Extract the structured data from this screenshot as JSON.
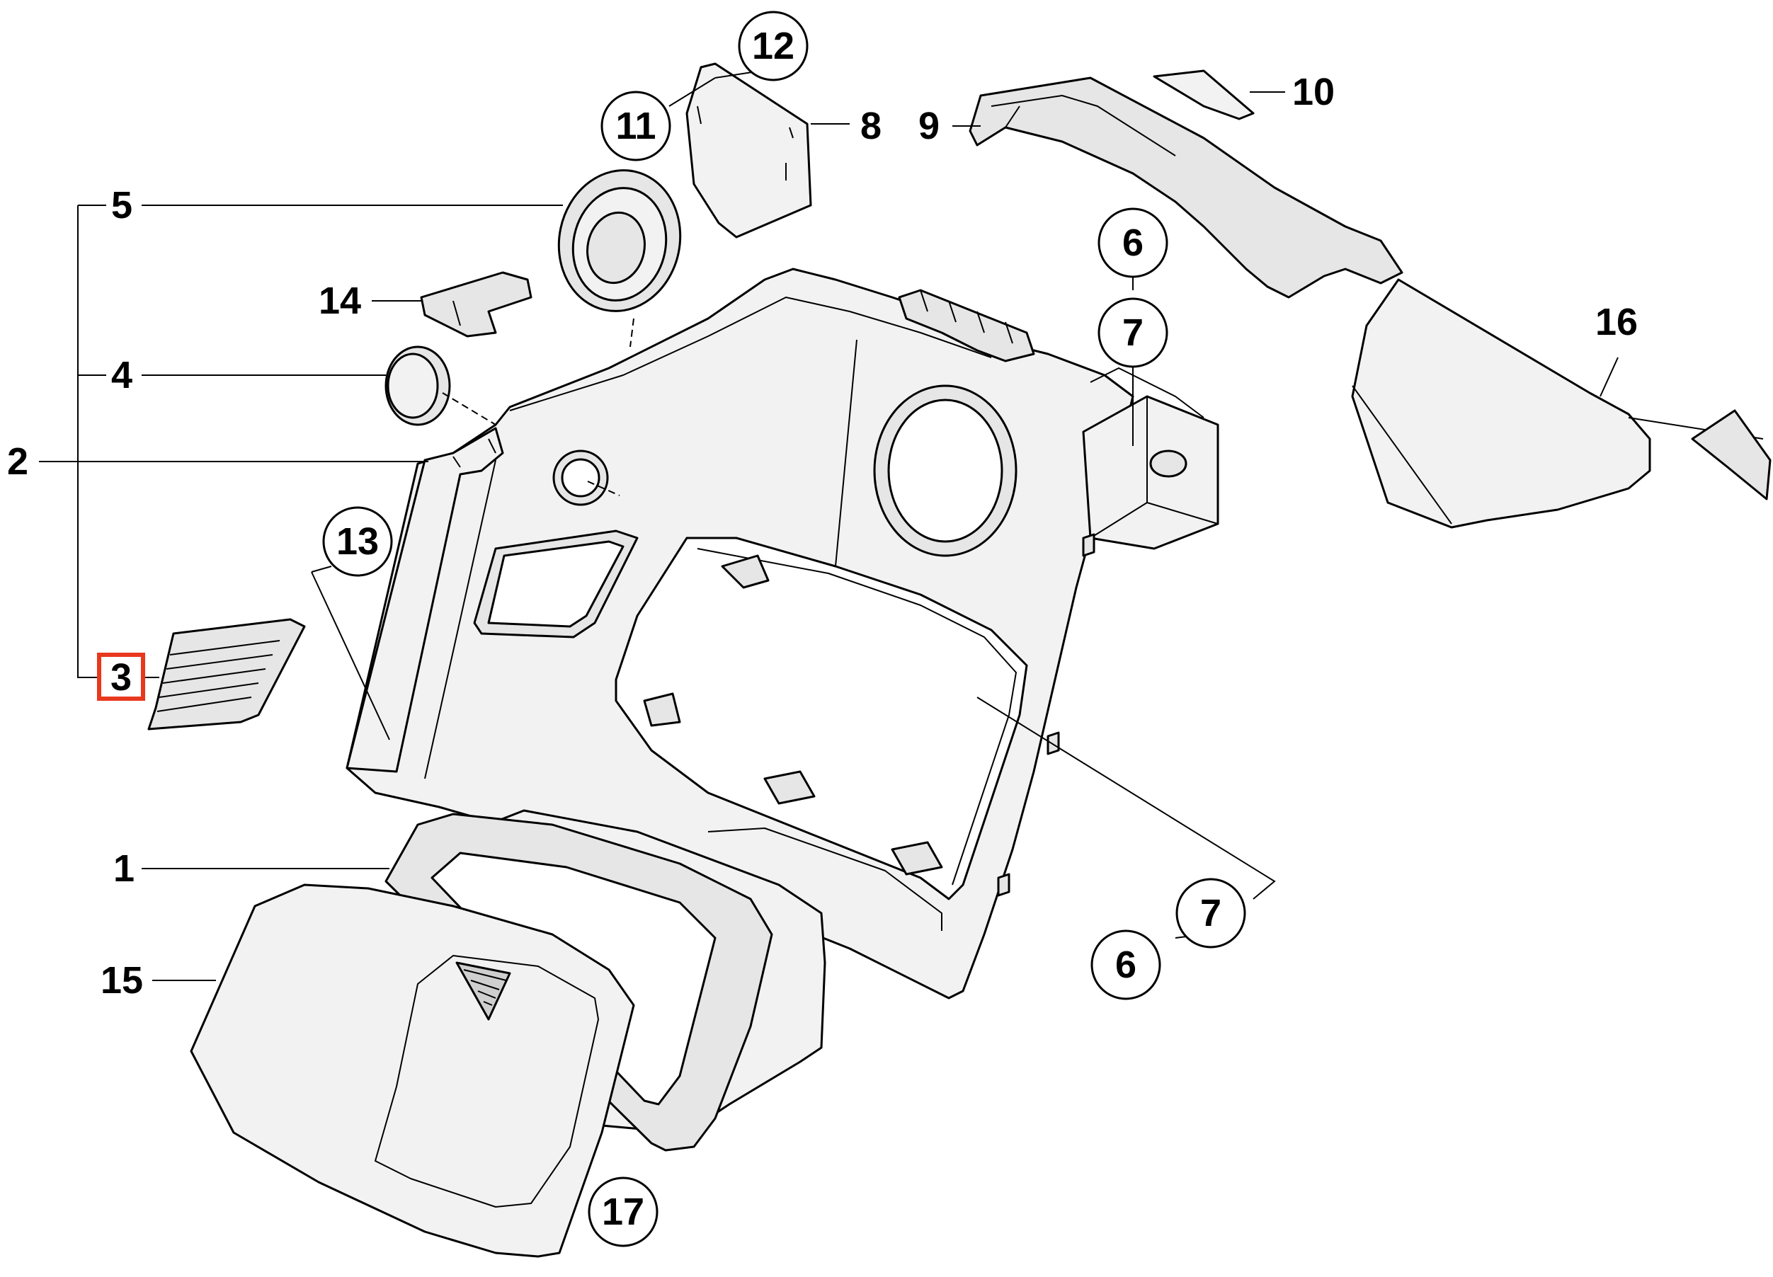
{
  "diagram": {
    "highlight_color": "#e8381e",
    "callouts": [
      {
        "id": "c1",
        "label": "1"
      },
      {
        "id": "c2",
        "label": "2"
      },
      {
        "id": "c3",
        "label": "3",
        "highlighted": true
      },
      {
        "id": "c4",
        "label": "4"
      },
      {
        "id": "c5",
        "label": "5"
      },
      {
        "id": "c6a",
        "label": "6"
      },
      {
        "id": "c6b",
        "label": "6"
      },
      {
        "id": "c7a",
        "label": "7"
      },
      {
        "id": "c7b",
        "label": "7"
      },
      {
        "id": "c8",
        "label": "8"
      },
      {
        "id": "c9",
        "label": "9"
      },
      {
        "id": "c10",
        "label": "10"
      },
      {
        "id": "c11",
        "label": "11"
      },
      {
        "id": "c12",
        "label": "12"
      },
      {
        "id": "c13",
        "label": "13"
      },
      {
        "id": "c14",
        "label": "14"
      },
      {
        "id": "c15",
        "label": "15"
      },
      {
        "id": "c16",
        "label": "16"
      },
      {
        "id": "c17",
        "label": "17"
      }
    ]
  }
}
